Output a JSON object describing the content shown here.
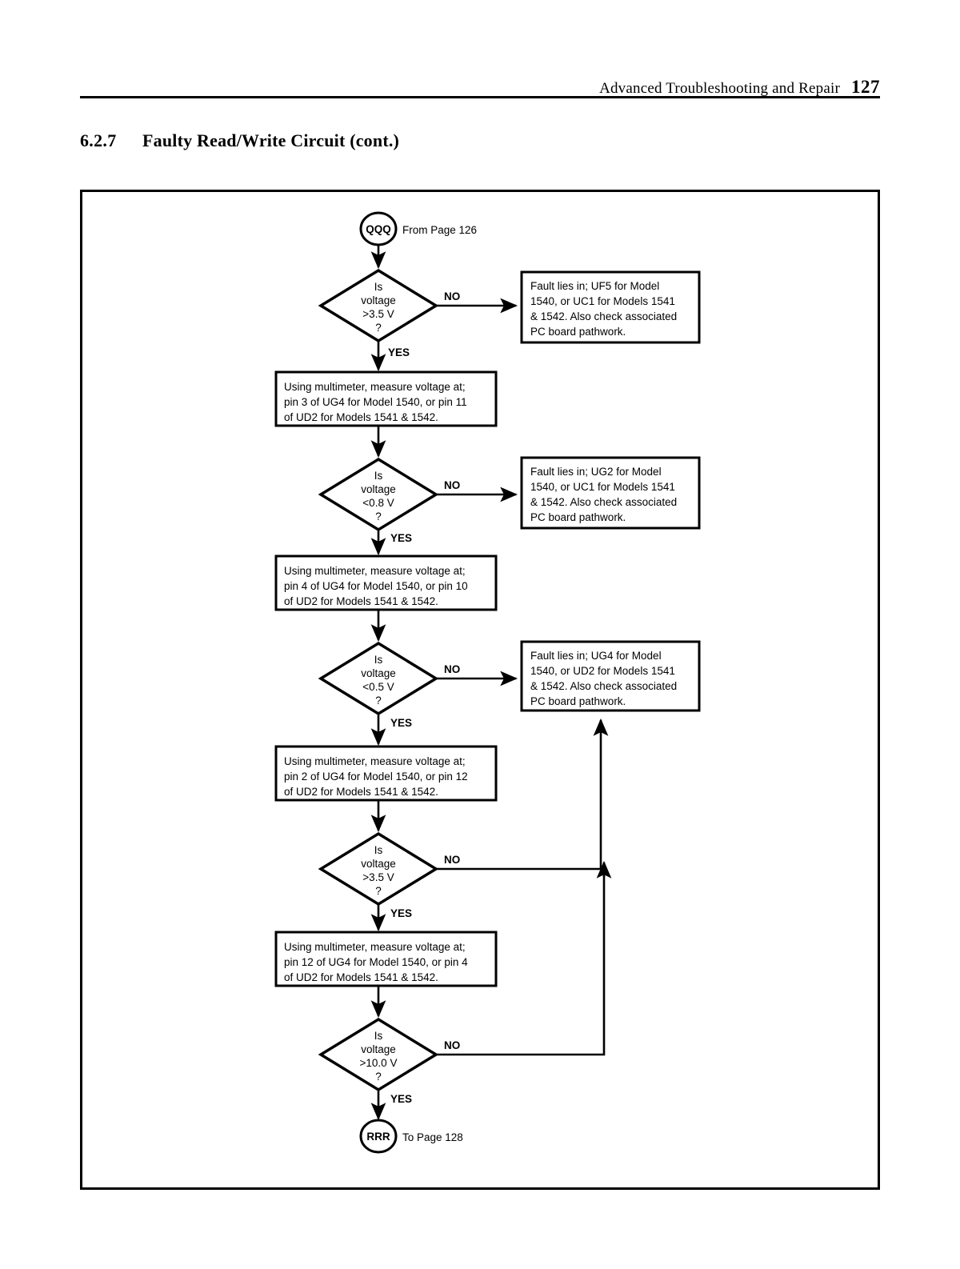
{
  "header": {
    "title": "Advanced Troubleshooting and Repair",
    "page_number": "127"
  },
  "section": {
    "number": "6.2.7",
    "title": "Faulty Read/Write Circuit (cont.)"
  },
  "flowchart": {
    "entry_connector": {
      "tag": "QQQ",
      "note": "From Page 126"
    },
    "exit_connector": {
      "tag": "RRR",
      "note": "To Page 128"
    },
    "branch_labels": {
      "no": "NO",
      "yes": "YES"
    },
    "decisions": [
      {
        "id": "d1",
        "line1": "Is",
        "line2": "voltage",
        "line3": ">3.5 V",
        "line4": "?"
      },
      {
        "id": "d2",
        "line1": "Is",
        "line2": "voltage",
        "line3": "<0.8 V",
        "line4": "?"
      },
      {
        "id": "d3",
        "line1": "Is",
        "line2": "voltage",
        "line3": "<0.5 V",
        "line4": "?"
      },
      {
        "id": "d4",
        "line1": "Is",
        "line2": "voltage",
        "line3": ">3.5 V",
        "line4": "?"
      },
      {
        "id": "d5",
        "line1": "Is",
        "line2": "voltage",
        "line3": ">10.0 V",
        "line4": "?"
      }
    ],
    "process_boxes": [
      {
        "id": "p1",
        "line1": "Using multimeter, measure voltage at;",
        "line2": "pin 3 of UG4 for Model 1540, or pin 11",
        "line3": "of UD2 for Models 1541 & 1542."
      },
      {
        "id": "p2",
        "line1": "Using multimeter, measure voltage at;",
        "line2": "pin 4 of UG4 for Model 1540, or pin 10",
        "line3": "of UD2 for Models 1541 & 1542."
      },
      {
        "id": "p3",
        "line1": "Using multimeter, measure voltage at;",
        "line2": "pin 2 of UG4 for Model 1540, or pin 12",
        "line3": "of UD2 for Models 1541 & 1542."
      },
      {
        "id": "p4",
        "line1": "Using multimeter, measure voltage at;",
        "line2": "pin 12 of UG4 for Model 1540, or pin 4",
        "line3": "of UD2 for Models 1541 & 1542."
      }
    ],
    "fault_boxes": [
      {
        "id": "f1",
        "line1": "Fault lies in; UF5 for Model",
        "line2": "1540, or UC1 for Models 1541",
        "line3": "& 1542. Also check associated",
        "line4": "PC board pathwork."
      },
      {
        "id": "f2",
        "line1": "Fault lies in; UG2 for Model",
        "line2": "1540, or UC1 for Models 1541",
        "line3": "& 1542. Also check associated",
        "line4": "PC board pathwork."
      },
      {
        "id": "f3",
        "line1": "Fault lies in; UG4 for Model",
        "line2": "1540, or UD2 for Models 1541",
        "line3": "& 1542.  Also check associated",
        "line4": "PC board pathwork."
      }
    ]
  }
}
